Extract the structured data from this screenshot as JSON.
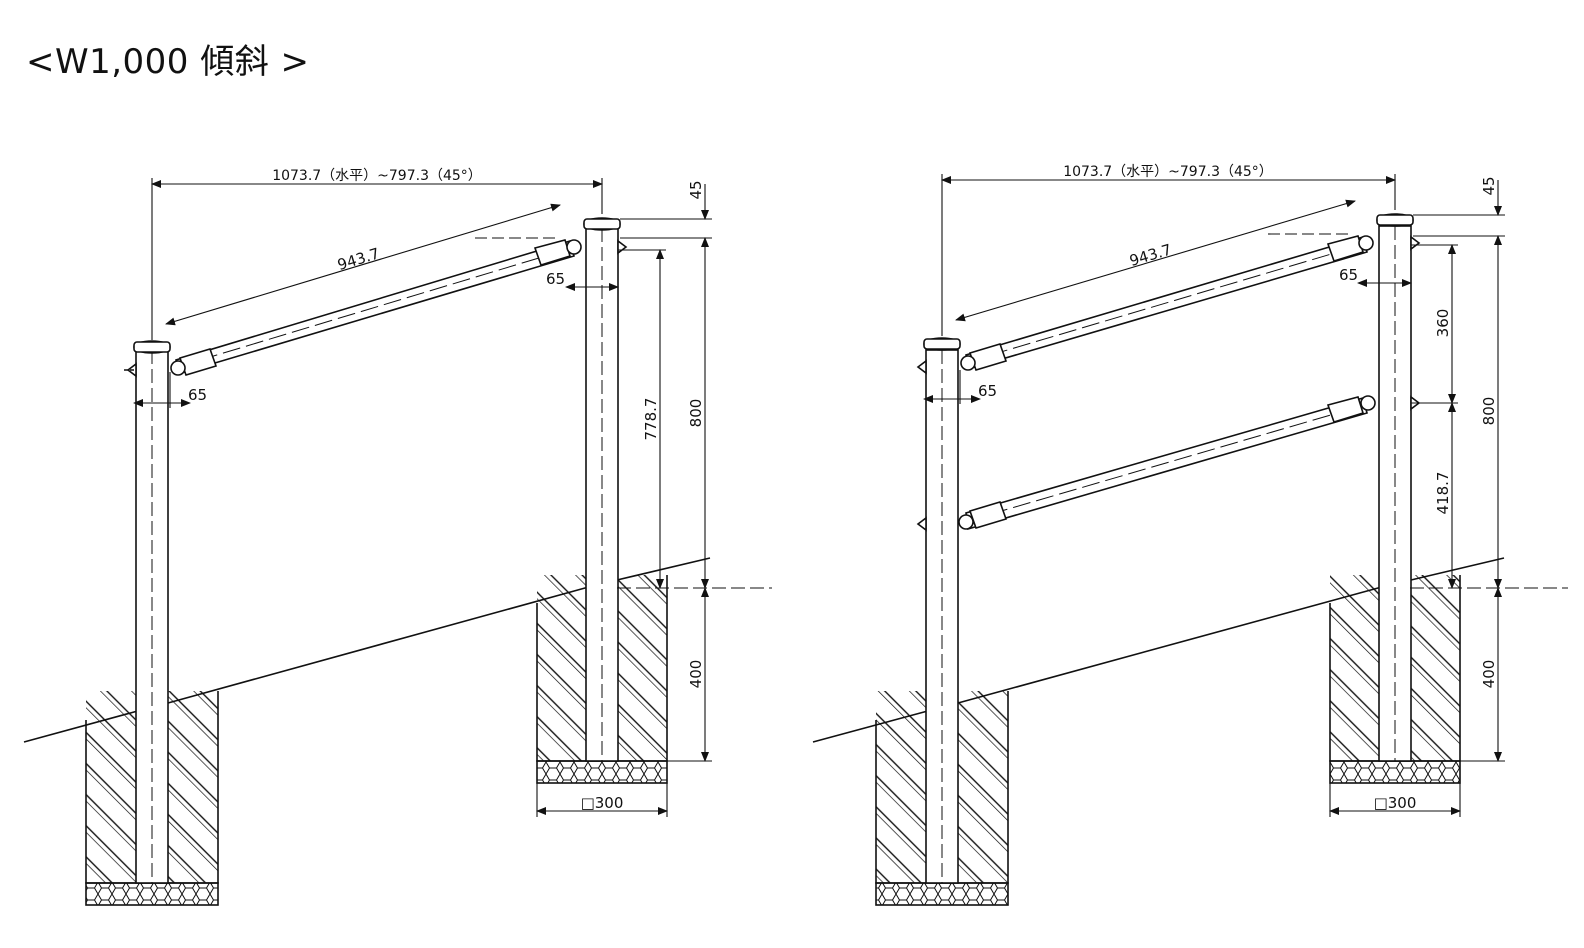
{
  "title": "<W1,000 傾斜 >",
  "left_view": {
    "overall_span": "1073.7（水平）~797.3（45°）",
    "rail_length": "943.7",
    "offset_top": "65",
    "offset_bottom": "65",
    "cap_height": "45",
    "post_height": "800",
    "rail_drop": "778.7",
    "embed_depth": "400",
    "footing_size": "□300"
  },
  "right_view": {
    "overall_span": "1073.7（水平）~797.3（45°）",
    "rail_length": "943.7",
    "offset_top": "65",
    "offset_bottom": "65",
    "cap_height": "45",
    "post_height": "800",
    "upper_spacing": "360",
    "lower_spacing": "418.7",
    "embed_depth": "400",
    "footing_size": "□300"
  },
  "colors": {
    "line": "#111111",
    "background": "#ffffff"
  }
}
